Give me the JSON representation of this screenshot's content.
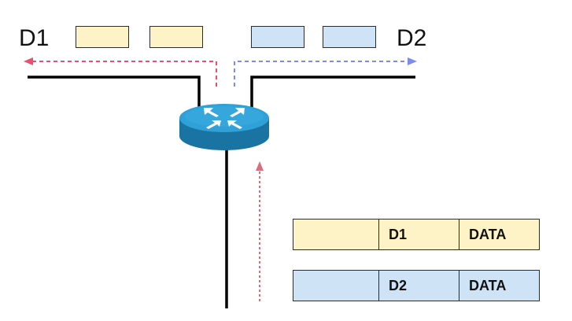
{
  "labels": {
    "left": "D1",
    "right": "D2"
  },
  "frames": [
    {
      "dest": "D1",
      "payload": "DATA",
      "color": "#fdf3c6"
    },
    {
      "dest": "D2",
      "payload": "DATA",
      "color": "#cfe3f7"
    }
  ],
  "packets": {
    "d1_color": "#fdf3c6",
    "d2_color": "#cfe3f7"
  },
  "colors": {
    "flow_to_d1": "#e8506e",
    "flow_to_d2": "#7b8cf0",
    "incoming_flow": "#d7707a",
    "router_body": "#1e7fb0",
    "router_top": "#2f9fd6"
  },
  "icons": {
    "router": "router-icon"
  }
}
